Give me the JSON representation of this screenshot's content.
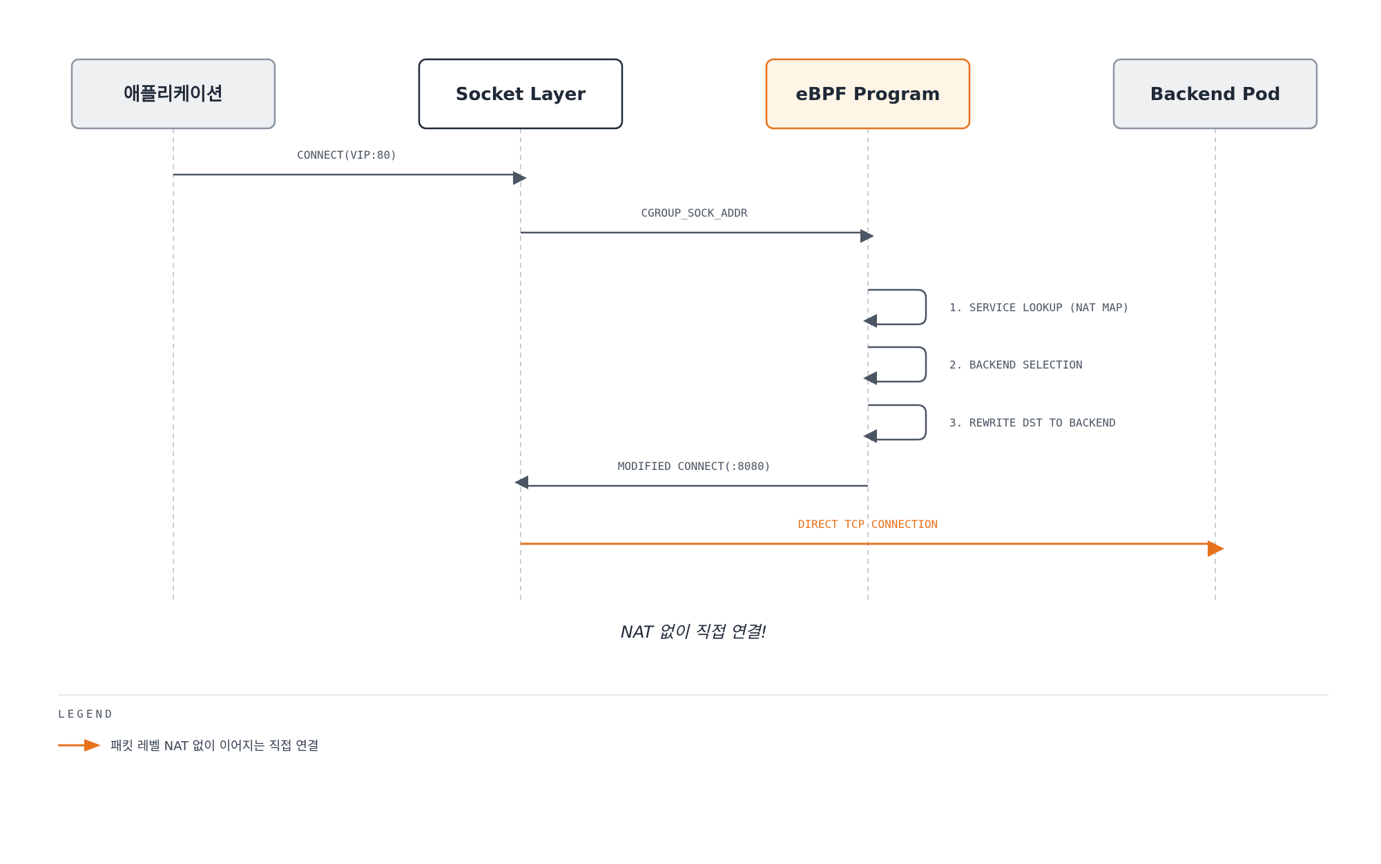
{
  "actors": [
    {
      "id": "app",
      "label": "애플리케이션",
      "style": "neutral"
    },
    {
      "id": "socket",
      "label": "Socket Layer",
      "style": "outline"
    },
    {
      "id": "ebpf",
      "label": "eBPF Program",
      "style": "highlight"
    },
    {
      "id": "pod",
      "label": "Backend Pod",
      "style": "neutral"
    }
  ],
  "messages": [
    {
      "from": "app",
      "to": "socket",
      "label": "CONNECT(VIP:80)",
      "accent": false
    },
    {
      "from": "socket",
      "to": "ebpf",
      "label": "CGROUP_SOCK_ADDR",
      "accent": false
    },
    {
      "from": "ebpf",
      "to": "ebpf",
      "label": "1. SERVICE LOOKUP (NAT MAP)",
      "accent": false
    },
    {
      "from": "ebpf",
      "to": "ebpf",
      "label": "2. BACKEND SELECTION",
      "accent": false
    },
    {
      "from": "ebpf",
      "to": "ebpf",
      "label": "3. REWRITE DST TO BACKEND",
      "accent": false
    },
    {
      "from": "ebpf",
      "to": "socket",
      "label": "MODIFIED CONNECT(:8080)",
      "accent": false
    },
    {
      "from": "socket",
      "to": "pod",
      "label": "DIRECT TCP CONNECTION",
      "accent": true
    }
  ],
  "note": "NAT 없이 직접 연결!",
  "legend": {
    "title": "LEGEND",
    "items": [
      {
        "label": "패킷 레벨 NAT 없이 이어지는 직접 연결",
        "color": "#e8711c"
      }
    ]
  },
  "colors": {
    "accent": "#e8711c",
    "line": "#4b5563",
    "neutral_fill": "#eff0f1",
    "neutral_stroke": "#8b95a1",
    "outline_stroke": "#1f2937",
    "highlight_fill": "#fff5e6",
    "highlight_stroke": "#e8711c",
    "lifeline": "#c8cdd3"
  }
}
